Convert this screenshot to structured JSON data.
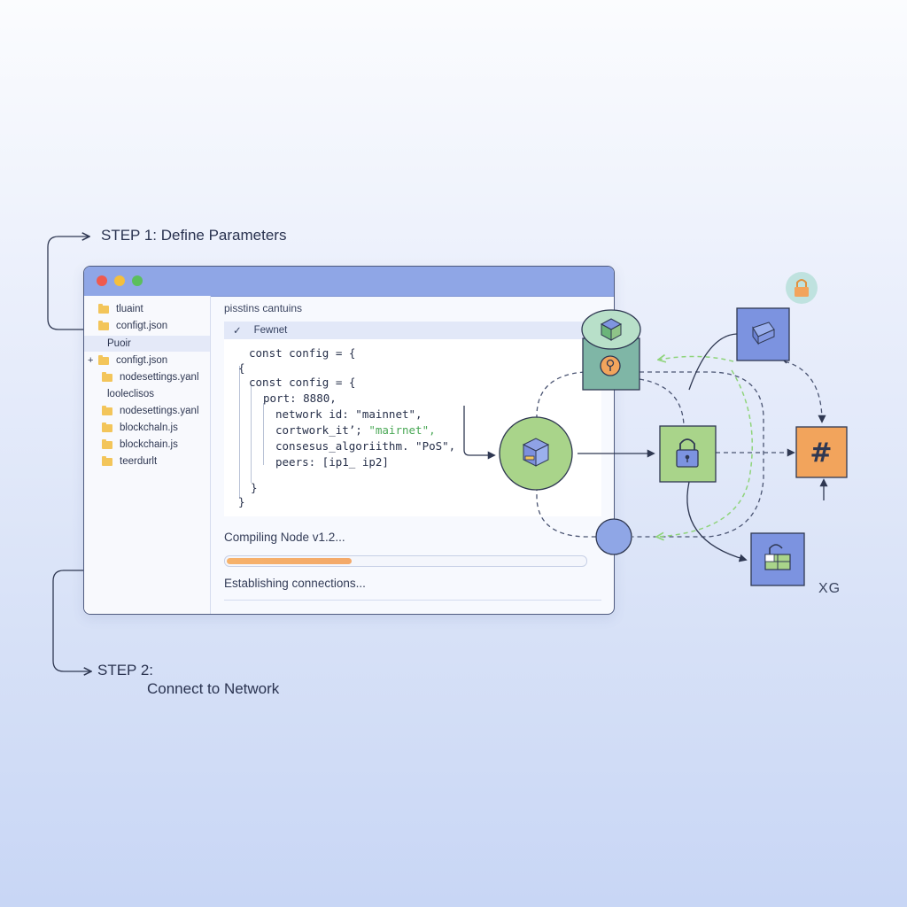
{
  "steps": {
    "step1_label": "STEP 1: Define Parameters",
    "step2_label": "STEP 2:",
    "step2_sub": "Connect to Network"
  },
  "sidebar": {
    "items": [
      {
        "label": "tluaint",
        "folder": true
      },
      {
        "label": "configt.json",
        "folder": true
      },
      {
        "label": "Puoir",
        "folder": false,
        "selected": true
      },
      {
        "label": "configt.json",
        "folder": true,
        "expander": "+"
      },
      {
        "label": "nodesettings.yanl",
        "folder": true
      },
      {
        "label": "looleclisos",
        "folder": false
      },
      {
        "label": "nodesettings.yanl",
        "folder": true
      },
      {
        "label": "blockchaln.js",
        "folder": true
      },
      {
        "label": "blockchain.js",
        "folder": true
      },
      {
        "label": "teerdurlt",
        "folder": true
      }
    ]
  },
  "editor": {
    "panel_title": "pisstins cantuins",
    "tab_check": "✓",
    "tab_label": "Fewnet",
    "code": [
      "const config = {",
      "{",
      "const config = {",
      "port: 8880,",
      "network id: \"mainnet\",",
      "cortwork_it’; ",
      "\"mairnet\",",
      "consesus_algoriithm. \"PoS\",",
      "peers: [ip1_ ip2]",
      "}",
      "}"
    ]
  },
  "status": {
    "compiling": "Compiling Node v1.2...",
    "progress": 0.35,
    "connecting": "Establishing connections..."
  },
  "diagram": {
    "hash_symbol": "#",
    "xg_label": "XG",
    "colors": {
      "accent_blue": "#7c93e0",
      "node_green": "#a9d48a",
      "hub_teal": "#7fb6a6",
      "hash_orange": "#f2a45c",
      "arrow_green": "#8fd47b",
      "lock_badge": "#bfe2df"
    },
    "icons": [
      "cube-stack-icon",
      "keyhole-icon",
      "lock-icon",
      "hash-icon",
      "folded-box-icon",
      "unlock-box-icon",
      "padlock-badge-icon"
    ]
  }
}
